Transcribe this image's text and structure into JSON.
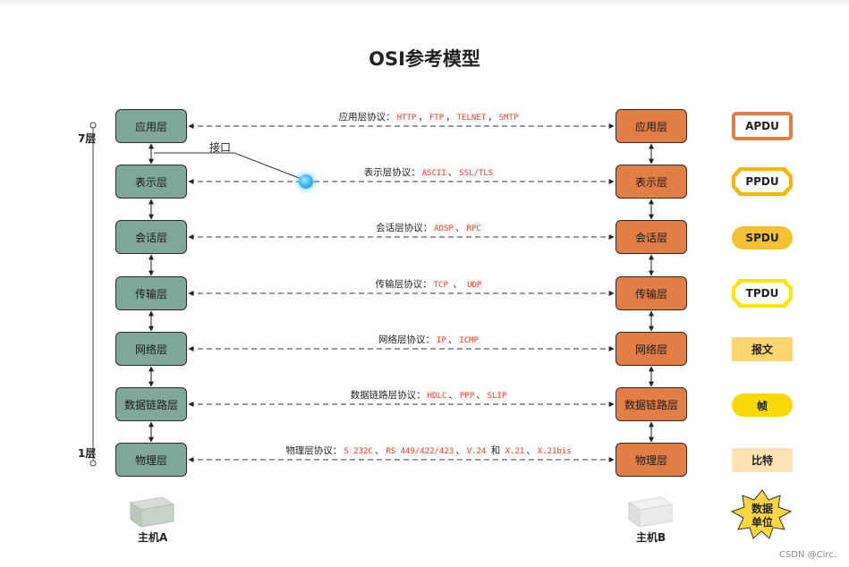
{
  "title": "OSI参考模型",
  "interface_label": "接口",
  "level_top": "7层",
  "level_bottom": "1层",
  "layers": [
    {
      "name": "应用层",
      "proto_prefix": "应用层协议：",
      "proto_parts": [
        {
          "t": "code",
          "v": "HTTP"
        },
        {
          "t": "text",
          "v": "，"
        },
        {
          "t": "code",
          "v": "FTP"
        },
        {
          "t": "text",
          "v": "，"
        },
        {
          "t": "code",
          "v": "TELNET"
        },
        {
          "t": "text",
          "v": "，"
        },
        {
          "t": "code",
          "v": "SMTP"
        }
      ]
    },
    {
      "name": "表示层",
      "proto_prefix": "表示层协议：",
      "proto_parts": [
        {
          "t": "code",
          "v": "ASCII"
        },
        {
          "t": "text",
          "v": "、"
        },
        {
          "t": "code",
          "v": "SSL/TLS"
        }
      ]
    },
    {
      "name": "会话层",
      "proto_prefix": "会话层协议：",
      "proto_parts": [
        {
          "t": "code",
          "v": "ADSP"
        },
        {
          "t": "text",
          "v": "、"
        },
        {
          "t": "code",
          "v": "RPC"
        }
      ]
    },
    {
      "name": "传输层",
      "proto_prefix": "传输层协议：",
      "proto_parts": [
        {
          "t": "code",
          "v": "TCP"
        },
        {
          "t": "text",
          "v": " 、 "
        },
        {
          "t": "code",
          "v": "UDP"
        }
      ]
    },
    {
      "name": "网络层",
      "proto_prefix": "网络层协议：",
      "proto_parts": [
        {
          "t": "code",
          "v": "IP"
        },
        {
          "t": "text",
          "v": "、"
        },
        {
          "t": "code",
          "v": "ICMP"
        }
      ]
    },
    {
      "name": "数据链路层",
      "proto_prefix": "数据链路层协议：",
      "proto_parts": [
        {
          "t": "code",
          "v": "HDLC"
        },
        {
          "t": "text",
          "v": "、"
        },
        {
          "t": "code",
          "v": "PPP"
        },
        {
          "t": "text",
          "v": "、"
        },
        {
          "t": "code",
          "v": "SLIP"
        }
      ]
    },
    {
      "name": "物理层",
      "proto_prefix": "物理层协议：",
      "proto_parts": [
        {
          "t": "code",
          "v": "S 232C"
        },
        {
          "t": "text",
          "v": "、"
        },
        {
          "t": "code",
          "v": "RS 449/422/423"
        },
        {
          "t": "text",
          "v": "、"
        },
        {
          "t": "code",
          "v": "V.24"
        },
        {
          "t": "text",
          "v": " 和 "
        },
        {
          "t": "code",
          "v": "X.21"
        },
        {
          "t": "text",
          "v": "、"
        },
        {
          "t": "code",
          "v": "X.21bis"
        }
      ]
    }
  ],
  "pdus": [
    {
      "label": "APDU",
      "shape": "rect-outline",
      "color": "#e07e45"
    },
    {
      "label": "PPDU",
      "shape": "octagon-outline",
      "color": "#f5b800"
    },
    {
      "label": "SPDU",
      "shape": "pill",
      "color": "#f3c232"
    },
    {
      "label": "TPDU",
      "shape": "octagon-outline",
      "color": "#ffe400"
    },
    {
      "label": "报文",
      "shape": "rect",
      "color": "#fcd470"
    },
    {
      "label": "帧",
      "shape": "pill",
      "color": "#f9d806"
    },
    {
      "label": "比特",
      "shape": "rect",
      "color": "#fde2b4"
    }
  ],
  "data_unit_label": [
    "数据",
    "单位"
  ],
  "host_a": "主机A",
  "host_b": "主机B",
  "watermark": "CSDN @Circ."
}
